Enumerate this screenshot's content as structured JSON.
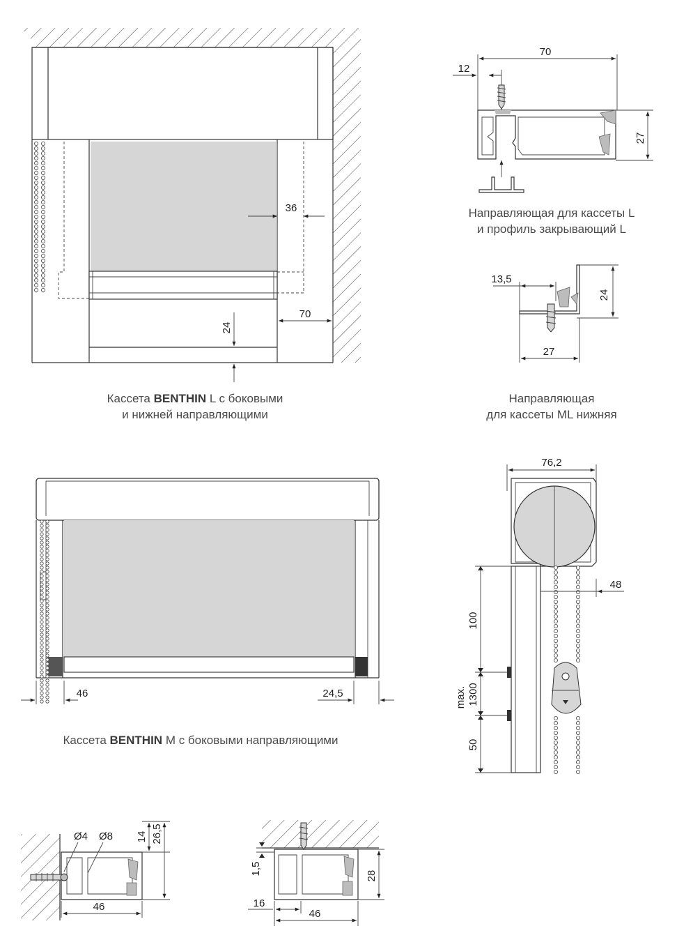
{
  "captions": {
    "benthin_l": {
      "pre": "Кассета ",
      "brand": "BENTHIN",
      "post": " L с боковыми",
      "line2": "и нижней направляющими"
    },
    "guide_l": {
      "line1": "Направляющая для кассеты L",
      "line2": "и профиль закрывающий L"
    },
    "guide_ml": {
      "line1": "Направляющая",
      "line2": "для кассеты ML нижняя"
    },
    "benthin_m": {
      "pre": "Кассета ",
      "brand": "BENTHIN",
      "post": " M с боковыми направляющими"
    }
  },
  "dims": {
    "l_36": "36",
    "l_70": "70",
    "l_24": "24",
    "gl_70": "70",
    "gl_12": "12",
    "gl_27": "27",
    "ml_135": "13,5",
    "ml_24": "24",
    "ml_27": "27",
    "m_46": "46",
    "m_245": "24,5",
    "side_762": "76,2",
    "side_48": "48",
    "side_100": "100",
    "side_max": "max.",
    "side_1300": "1300",
    "side_50": "50",
    "b1_d4": "Ø4",
    "b1_d8": "Ø8",
    "b1_14": "14",
    "b1_265": "26,5",
    "b1_46": "46",
    "b2_15": "1,5",
    "b2_28": "28",
    "b2_16": "16",
    "b2_46": "46"
  },
  "colors": {
    "fabric": "#d6d6d6",
    "line": "#333333",
    "profile_shading": "#bcbcbc"
  }
}
